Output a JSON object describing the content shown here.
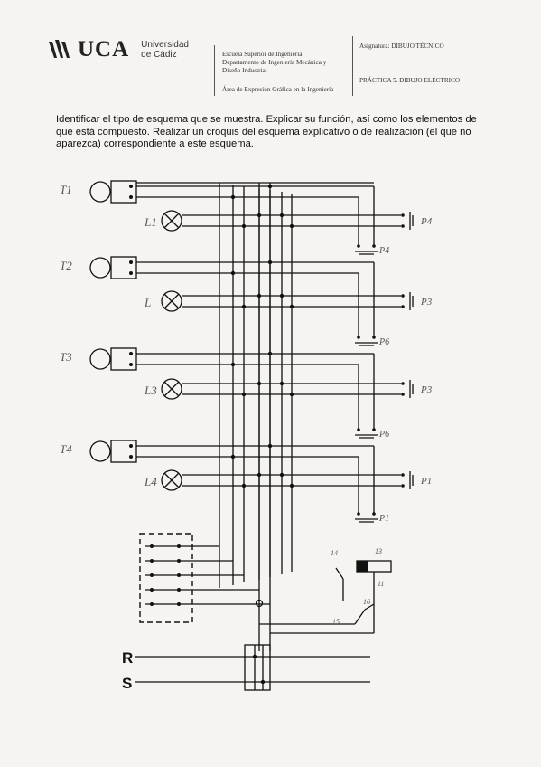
{
  "header": {
    "logo_text": "UCA",
    "university_line1": "Universidad",
    "university_line2": "de Cádiz",
    "school_line1": "Escuela Superior de Ingeniería",
    "school_line2": "Departamento de Ingeniería Mecánica y",
    "school_line3": "Diseño Industrial",
    "area": "Área de Expresión Gráfica en la Ingeniería",
    "subject": "Asignatura: DIBUJO TÉCNICO",
    "practice": "PRÁCTICA 5. DIBUJO ELÉCTRICO"
  },
  "instructions": "Identificar el tipo de esquema que se muestra. Explicar su función, así como los elementos de que está compuesto. Realizar un croquis del esquema explicativo o de realización (el que no aparezca) correspondiente a este esquema.",
  "diagram": {
    "phone_labels": [
      "T1",
      "T2",
      "T3",
      "T4"
    ],
    "lamp_labels": [
      "L1",
      "L",
      "L3",
      "L4"
    ],
    "pushbutton_labels": [
      "P4",
      "P3",
      "P3",
      "P1"
    ],
    "relay_labels": [
      "P4",
      "P6",
      "P6",
      "P1"
    ],
    "terminal_numbers": [
      "14",
      "13",
      "11",
      "15",
      "16"
    ],
    "supply_labels": [
      "R",
      "S"
    ]
  },
  "colors": {
    "ink": "#111111",
    "paper": "#f6f4f0",
    "pencil": "#555555"
  }
}
